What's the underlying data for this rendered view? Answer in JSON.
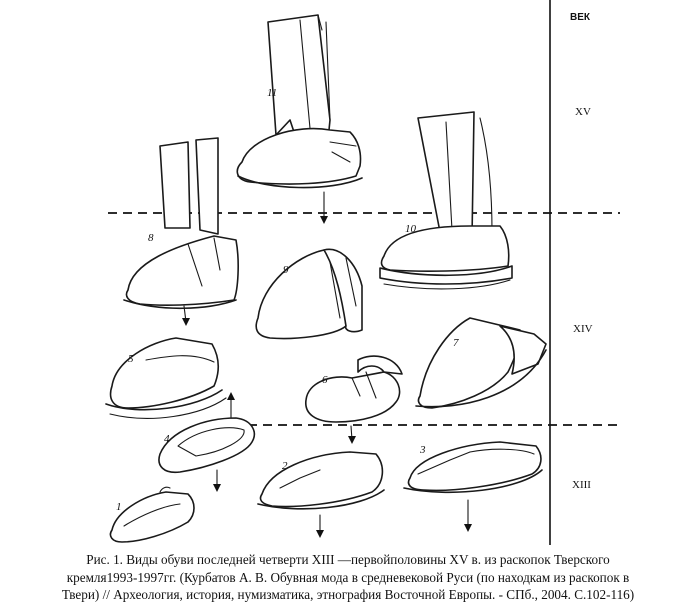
{
  "figure": {
    "axis_header": "ВЕК",
    "centuries": [
      "XV",
      "XIV",
      "XIII"
    ],
    "item_numbers": [
      "1",
      "2",
      "3",
      "4",
      "5",
      "6",
      "7",
      "8",
      "9",
      "10",
      "11"
    ]
  },
  "caption": {
    "line1": "Рис. 1. Виды обуви последней четверти XIII —первойполовины XV в. из раскопок Тверского",
    "line2": "кремля1993-1997гг. (Курбатов А. В. Обувная мода в средневековой Руси (по находкам из раскопок в",
    "line3": "Твери) // Археология, история, нумизматика, этнография Восточной Европы. - СПб., 2004. С.102-116)"
  }
}
